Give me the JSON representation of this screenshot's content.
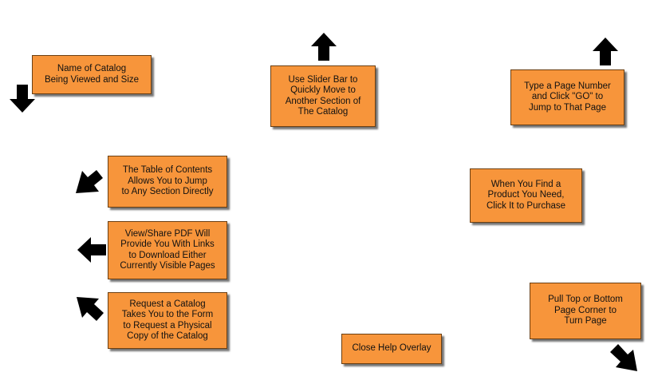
{
  "callouts": {
    "catalog_name": "Name of Catalog\nBeing Viewed and Size",
    "slider": "Use Slider Bar to\nQuickly Move to\nAnother Section of\nThe Catalog",
    "page_number": "Type a Page Number\nand Click \"GO\" to\nJump to That Page",
    "toc": "The Table of Contents\nAllows You to Jump\nto Any Section Directly",
    "product": "When You Find a\nProduct You Need,\nClick It to Purchase",
    "pdf": "View/Share PDF Will\nProvide You With Links\nto Download Either\nCurrently Visible Pages",
    "turn_page": "Pull Top or Bottom\nPage Corner to\nTurn Page",
    "request_catalog": "Request a Catalog\nTakes You to the Form\nto Request a Physical\nCopy of the Catalog",
    "close_help": "Close Help Overlay"
  },
  "icons": {
    "arrow_color": "#000000",
    "callout_color": "#f7953b"
  }
}
